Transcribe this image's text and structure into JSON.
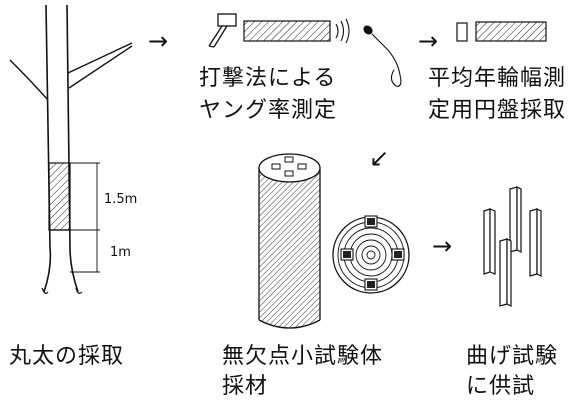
{
  "steps": {
    "log_sampling": "丸太の採取",
    "youngs_modulus": [
      "打撃法による",
      "ヤング率測定"
    ],
    "ring_width_disk": [
      "平均年輪幅測",
      "定用円盤採取"
    ],
    "clear_specimen": [
      "無欠点小試験体",
      "採材"
    ],
    "bending_test": [
      "曲げ試験",
      "に供試"
    ]
  },
  "dimensions": {
    "upper_section": "1.5m",
    "lower_section": "1m"
  },
  "arrows": {
    "right": "→",
    "down_left": "↙"
  }
}
